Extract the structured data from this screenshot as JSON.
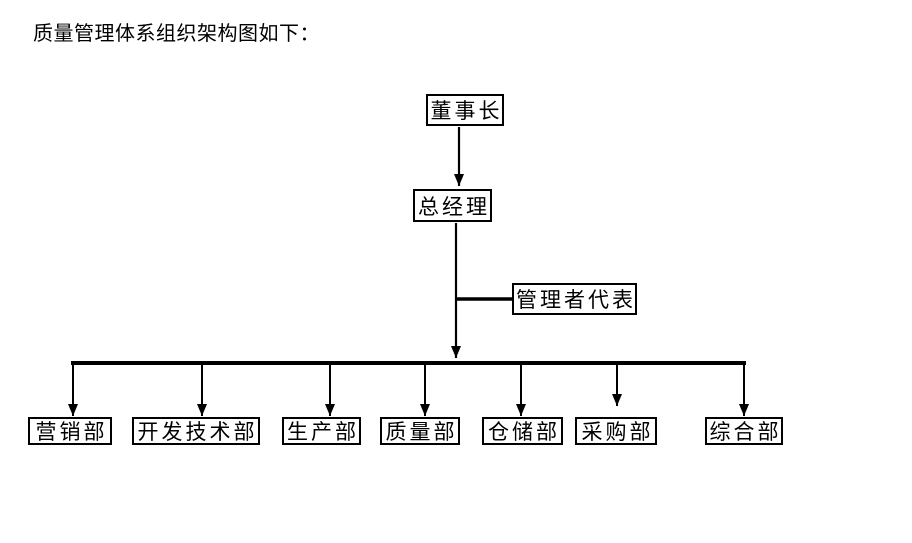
{
  "page": {
    "title": "质量管理体系组织架构图如下："
  },
  "colors": {
    "background": "#ffffff",
    "text": "#000000",
    "line": "#000000",
    "box_border": "#000000"
  },
  "org": {
    "chairman": {
      "label": "董事长"
    },
    "general_manager": {
      "label": "总经理"
    },
    "management_representative": {
      "label": "管理者代表"
    },
    "departments": [
      {
        "label": "营销部"
      },
      {
        "label": "开发技术部"
      },
      {
        "label": "生产部"
      },
      {
        "label": "质量部"
      },
      {
        "label": "仓储部"
      },
      {
        "label": "采购部"
      },
      {
        "label": "综合部"
      }
    ]
  }
}
